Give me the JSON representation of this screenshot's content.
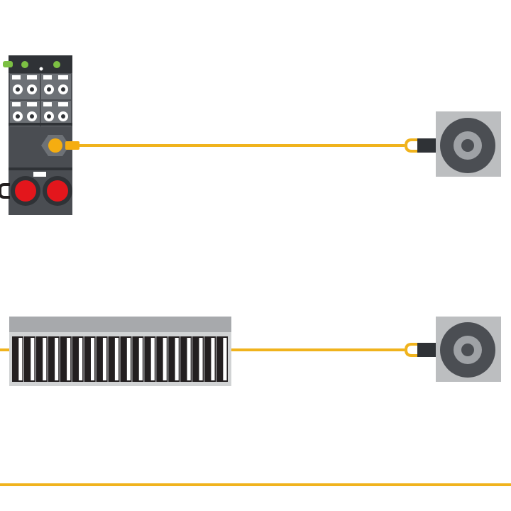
{
  "title": "",
  "colors": {
    "background": "#ffffff",
    "cable": "#f0b31d",
    "module_body": "#4a4d52",
    "module_dark": "#2f3236",
    "module_light": "#6d7176",
    "module_port_face": "#ffffff",
    "status_led": "#7cc043",
    "port_red": "#e3161c",
    "port_yellow": "#f5ad10",
    "sensor_housing": "#bcbec0",
    "sensor_face": "#4b4e53",
    "sensor_core": "#9fa2a6",
    "rail_header": "#a7a9ac",
    "rail_body": "#d1d3d4",
    "rail_slot_dark": "#231f20",
    "rail_slot_light": "#ffffff"
  },
  "components": [
    {
      "id": "io-module",
      "kind": "io-link-master-module",
      "icon": "io-module-icon"
    },
    {
      "id": "sensor-top",
      "kind": "round-sensor",
      "icon": "sensor-icon"
    },
    {
      "id": "valve-terminal",
      "kind": "terminal-block",
      "icon": "terminal-block-icon"
    },
    {
      "id": "sensor-bottom",
      "kind": "round-sensor",
      "icon": "sensor-icon"
    }
  ],
  "connections": [
    {
      "from": "io-module",
      "to": "sensor-top",
      "medium": "cable"
    },
    {
      "from": "valve-terminal",
      "to": "sensor-bottom",
      "medium": "cable"
    },
    {
      "from": "edge-left",
      "to": "valve-terminal",
      "medium": "cable"
    },
    {
      "from": "edge-left",
      "to": "edge-right",
      "medium": "cable"
    }
  ]
}
